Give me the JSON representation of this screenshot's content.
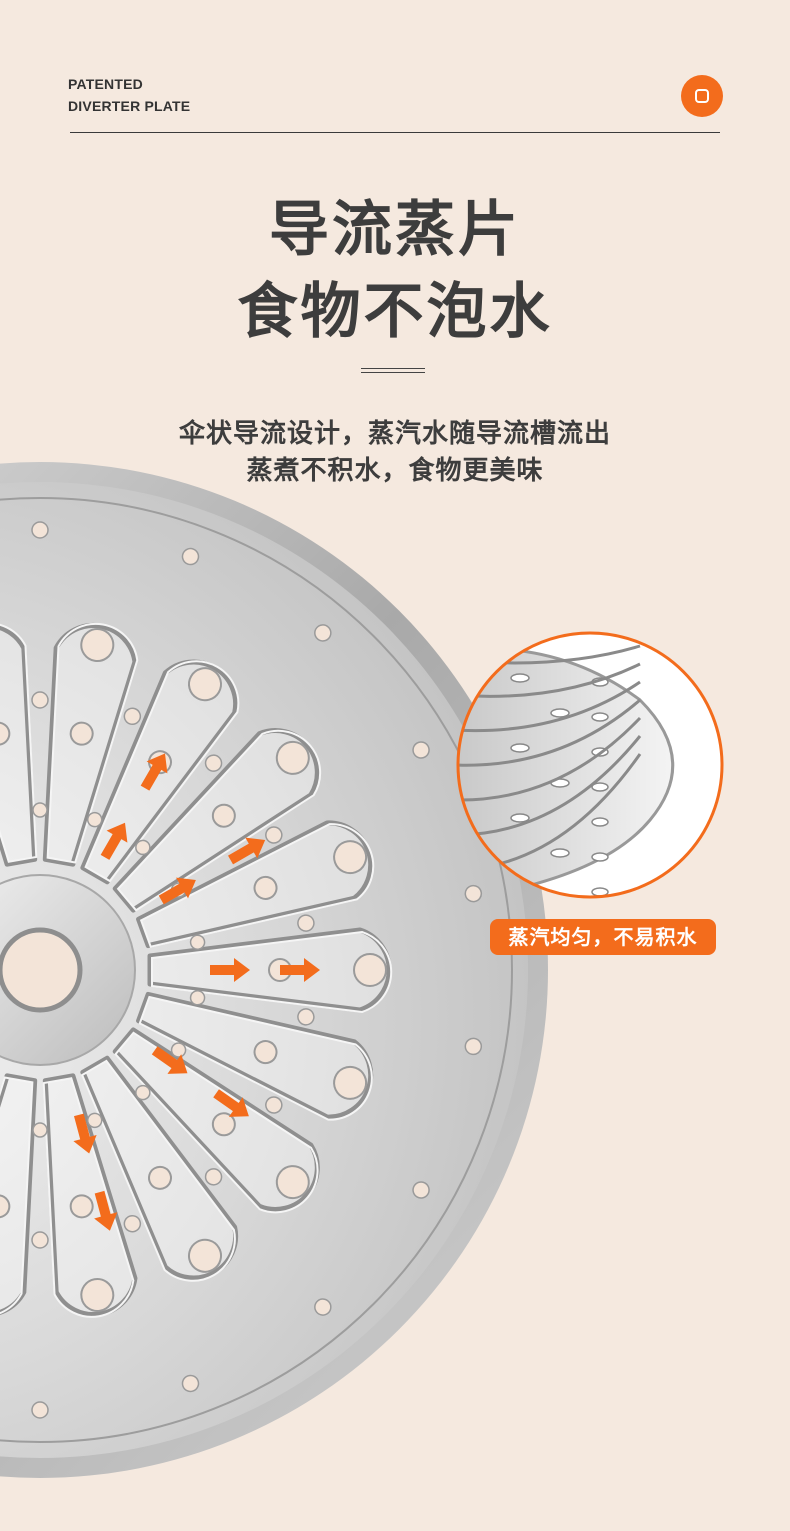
{
  "header": {
    "line1": "PATENTED",
    "line2": "DIVERTER PLATE",
    "badge_icon": "rounded-square-icon",
    "accent": "#f36c1c"
  },
  "title": {
    "line1": "导流蒸片",
    "line2": "食物不泡水"
  },
  "description": {
    "line1": "伞状导流设计，蒸汽水随导流槽流出",
    "line2": "蒸煮不积水，食物更美味"
  },
  "callout": {
    "tag": "蒸汽均匀，不易积水"
  },
  "colors": {
    "background": "#f5e9df",
    "accent": "#f36c1c",
    "text": "#3d3d3d"
  }
}
